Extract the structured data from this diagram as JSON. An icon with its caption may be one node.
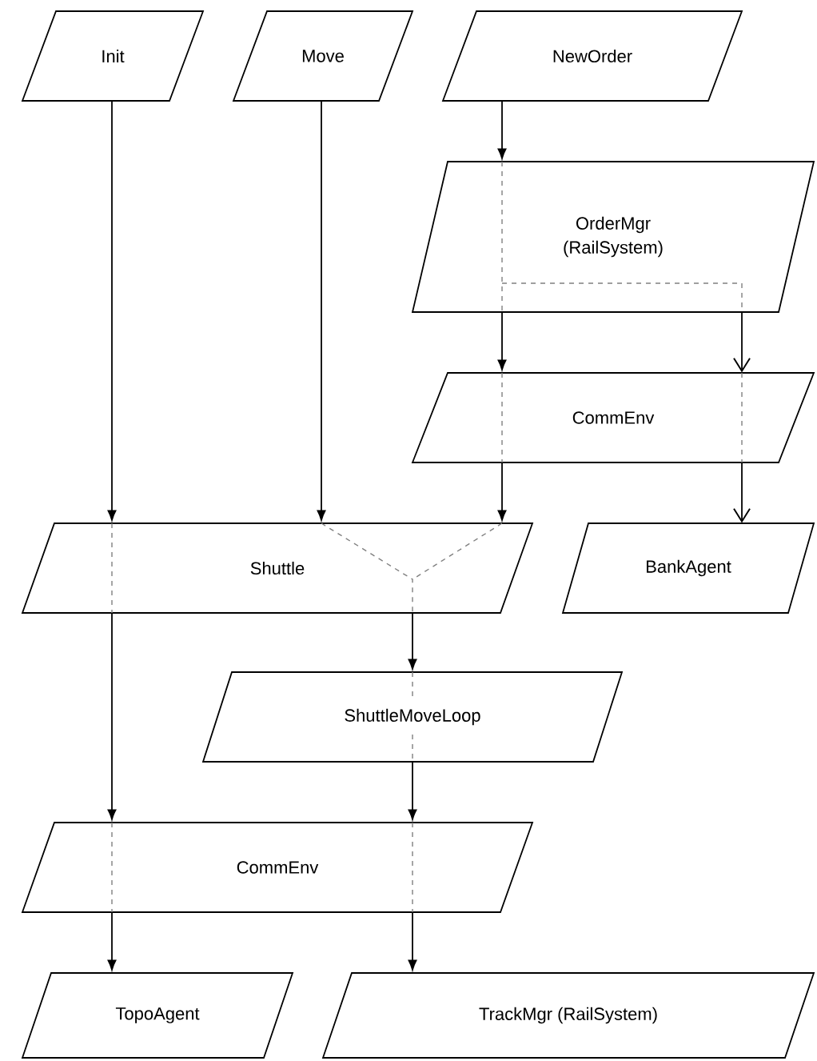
{
  "diagram": {
    "nodes": [
      {
        "text": [
          "Init"
        ]
      },
      {
        "text": [
          "Move"
        ]
      },
      {
        "text": [
          "NewOrder"
        ]
      },
      {
        "text": [
          "OrderMgr (RailSystem)"
        ]
      },
      {
        "text": [
          "CommEnv"
        ]
      },
      {
        "text": [
          "Shuttle"
        ]
      },
      {
        "text": [
          "BankAgent"
        ]
      },
      {
        "text": [
          "ShuttleMoveLoop"
        ]
      },
      {
        "text": [
          "CommEnv"
        ]
      },
      {
        "text": [
          "TopoAgent"
        ]
      },
      {
        "text": [
          "TrackMgr (RailSystem)"
        ]
      }
    ],
    "edges": [
      {
        "from": 0,
        "to": 5,
        "arrow": "to"
      },
      {
        "from": 1,
        "to": 5,
        "arrow": "to"
      },
      {
        "from": 2,
        "to": 3,
        "arrow": "to"
      },
      {
        "from": 3,
        "to": 4,
        "arrow": "to"
      },
      {
        "from": 4,
        "to": 5,
        "arrow": "to"
      },
      {
        "from": 3,
        "to": 4,
        "arrow": "to"
      },
      {
        "from": 4,
        "to": 6,
        "arrow": "to"
      },
      {
        "from": 5,
        "to": 7,
        "arrow": "to"
      },
      {
        "from": 7,
        "to": 8,
        "arrow": "to"
      },
      {
        "from": 5,
        "to": 8,
        "arrow": "to"
      },
      {
        "from": 8,
        "to": 9,
        "arrow": "to"
      },
      {
        "from": 8,
        "to": 10,
        "arrow": "to"
      }
    ]
  }
}
